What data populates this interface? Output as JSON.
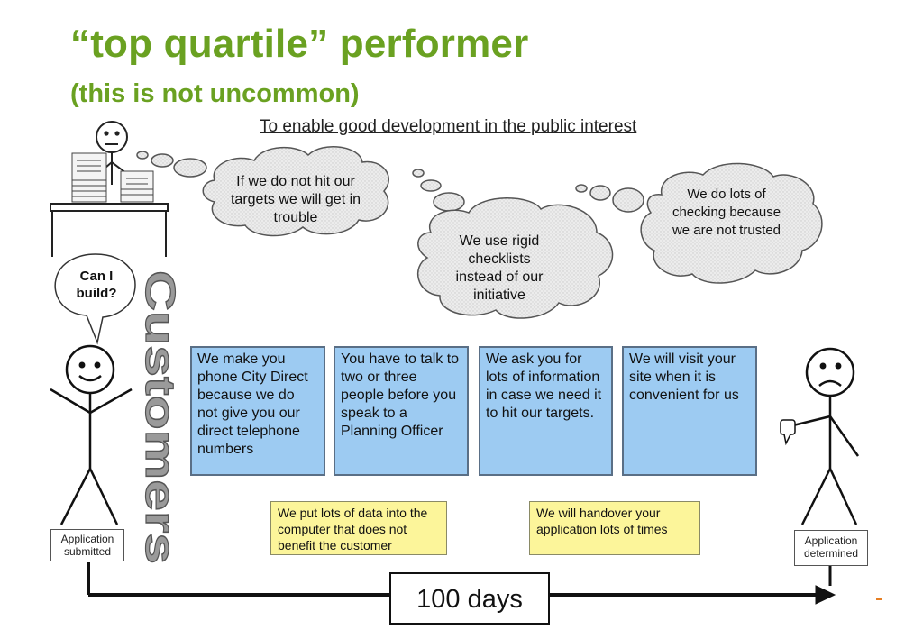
{
  "title": "“top quartile” performer",
  "subtitle": "(this is not uncommon)",
  "diagram": {
    "heading": "To enable good development in the public interest",
    "thoughts": [
      "If we do not hit our targets we will get in trouble",
      "We use rigid checklists instead of our initiative",
      "We do lots of checking because we are not trusted"
    ],
    "speech": "Can I build?",
    "customers_label": "Customers",
    "blue_boxes": [
      "We make you phone City Direct because we do not give you our direct telephone numbers",
      "You have to talk to two or three people before you speak to a Planning Officer",
      "We ask you for lots of information in case we need it to hit our targets.",
      "We will visit your site when it is convenient for us"
    ],
    "yellow_boxes": [
      "We put lots of data into the computer that does not benefit the customer",
      "We will handover your application lots of times"
    ],
    "start_label": "Application submitted",
    "end_label": "Application determined",
    "duration": "100 days",
    "colors": {
      "title_green": "#6aa121",
      "blue_box": "#9dcbf2",
      "yellow_box": "#fcf59a",
      "cloud": "#e6e6e6"
    }
  }
}
